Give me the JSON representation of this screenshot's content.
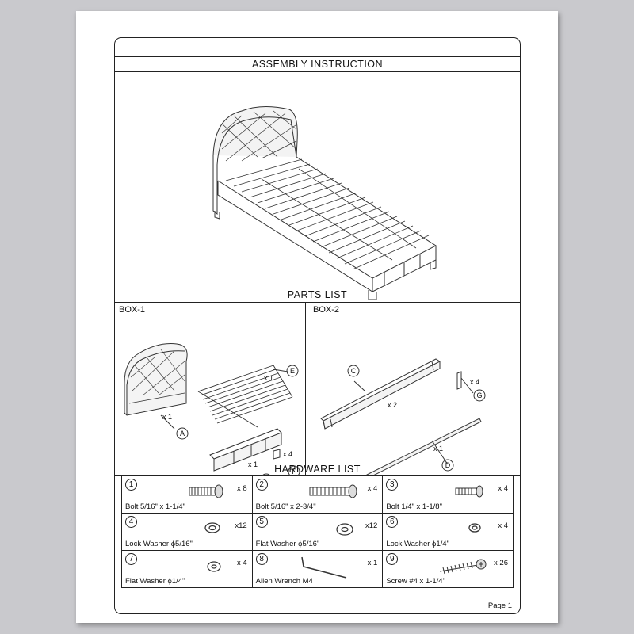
{
  "header": {
    "title": "ASSEMBLY  INSTRUCTION"
  },
  "parts": {
    "title": "PARTS  LIST",
    "box1": {
      "label": "BOX-1",
      "items": [
        {
          "letter": "A",
          "qty": "x 1"
        },
        {
          "letter": "E",
          "qty": "x 1"
        },
        {
          "letter": "B",
          "qty": "x 1"
        },
        {
          "letter": "F",
          "qty": "x 4"
        }
      ]
    },
    "box2": {
      "label": "BOX-2",
      "items": [
        {
          "letter": "C",
          "qty": "x 2"
        },
        {
          "letter": "G",
          "qty": "x 4"
        },
        {
          "letter": "D",
          "qty": "x 1"
        }
      ]
    }
  },
  "hardware": {
    "title": "HARDWARE  LIST",
    "items": [
      {
        "num": "1",
        "name": "Bolt   5/16\" x 1-1/4\"",
        "qty": "x 8",
        "icon": "bolt-icon"
      },
      {
        "num": "2",
        "name": "Bolt   5/16\" x 2-3/4\"",
        "qty": "x 4",
        "icon": "bolt-icon"
      },
      {
        "num": "3",
        "name": "Bolt   1/4\" x 1-1/8\"",
        "qty": "x 4",
        "icon": "bolt-icon"
      },
      {
        "num": "4",
        "name": "Lock Washer ϕ5/16\"",
        "qty": "x12",
        "icon": "lock-washer-icon"
      },
      {
        "num": "5",
        "name": "Flat Washer ϕ5/16\"",
        "qty": "x12",
        "icon": "flat-washer-icon"
      },
      {
        "num": "6",
        "name": "Lock Washer ϕ1/4\"",
        "qty": "x 4",
        "icon": "lock-washer-icon"
      },
      {
        "num": "7",
        "name": "Flat Washer ϕ1/4\"",
        "qty": "x 4",
        "icon": "flat-washer-icon"
      },
      {
        "num": "8",
        "name": "Allen Wrench M4",
        "qty": "x 1",
        "icon": "allen-wrench-icon"
      },
      {
        "num": "9",
        "name": "Screw #4 x 1-1/4\"",
        "qty": "x 26",
        "icon": "screw-icon"
      }
    ]
  },
  "footer": {
    "page": "Page 1"
  }
}
